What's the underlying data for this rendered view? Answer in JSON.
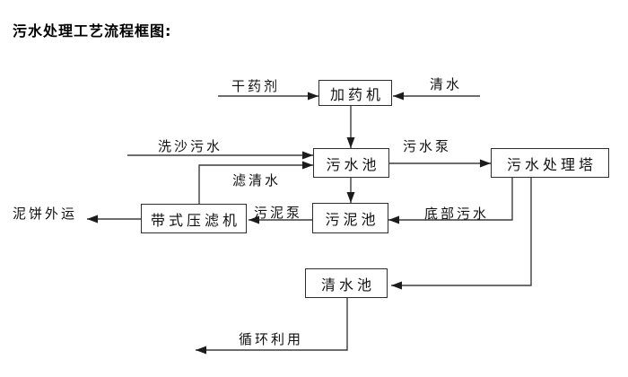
{
  "page": {
    "title": "污水处理工艺流程框图:"
  },
  "diagram": {
    "type": "flowchart",
    "nodes": [
      {
        "id": "dosing-machine",
        "label": "加药机"
      },
      {
        "id": "sewage-pool",
        "label": "污水池"
      },
      {
        "id": "sewage-treatment-tower",
        "label": "污水处理塔"
      },
      {
        "id": "belt-filter-press",
        "label": "带式压滤机"
      },
      {
        "id": "sludge-pool",
        "label": "污泥池"
      },
      {
        "id": "clean-water-pool",
        "label": "清水池"
      }
    ],
    "edge_labels": [
      {
        "id": "dry-agent",
        "text": "干药剂"
      },
      {
        "id": "clean-water",
        "text": "清水"
      },
      {
        "id": "sand-sewage",
        "text": "洗沙污水"
      },
      {
        "id": "filtered-water",
        "text": "滤清水"
      },
      {
        "id": "sewage-pump",
        "text": "污水泵"
      },
      {
        "id": "sludge-pump",
        "text": "污泥泵"
      },
      {
        "id": "mud-cake-out",
        "text": "泥饼外运"
      },
      {
        "id": "bottom-sewage",
        "text": "底部污水"
      },
      {
        "id": "recycle-use",
        "text": "循环利用"
      }
    ],
    "edges": [
      {
        "from": "干药剂(外部)",
        "to": "加药机",
        "label": "干药剂"
      },
      {
        "from": "清水(外部)",
        "to": "加药机",
        "label": "清水"
      },
      {
        "from": "加药机",
        "to": "污水池",
        "label": ""
      },
      {
        "from": "洗沙污水(外部)",
        "to": "污水池",
        "label": "洗沙污水"
      },
      {
        "from": "带式压滤机",
        "to": "污水池",
        "label": "滤清水"
      },
      {
        "from": "污水池",
        "to": "污水处理塔",
        "label": "污水泵"
      },
      {
        "from": "污水池",
        "to": "污泥池",
        "label": ""
      },
      {
        "from": "污泥池",
        "to": "带式压滤机",
        "label": "污泥泵"
      },
      {
        "from": "带式压滤机",
        "to": "泥饼外运",
        "label": "泥饼外运"
      },
      {
        "from": "污水处理塔",
        "to": "污泥池",
        "label": "底部污水"
      },
      {
        "from": "污水处理塔",
        "to": "清水池",
        "label": ""
      },
      {
        "from": "清水池",
        "to": "循环利用",
        "label": "循环利用"
      }
    ],
    "colors": {
      "background": "#ffffff",
      "line": "#3d3d3d",
      "arrowhead": "#1c1c1c",
      "box_border": "#2d2d2d",
      "text": "#111111"
    }
  }
}
